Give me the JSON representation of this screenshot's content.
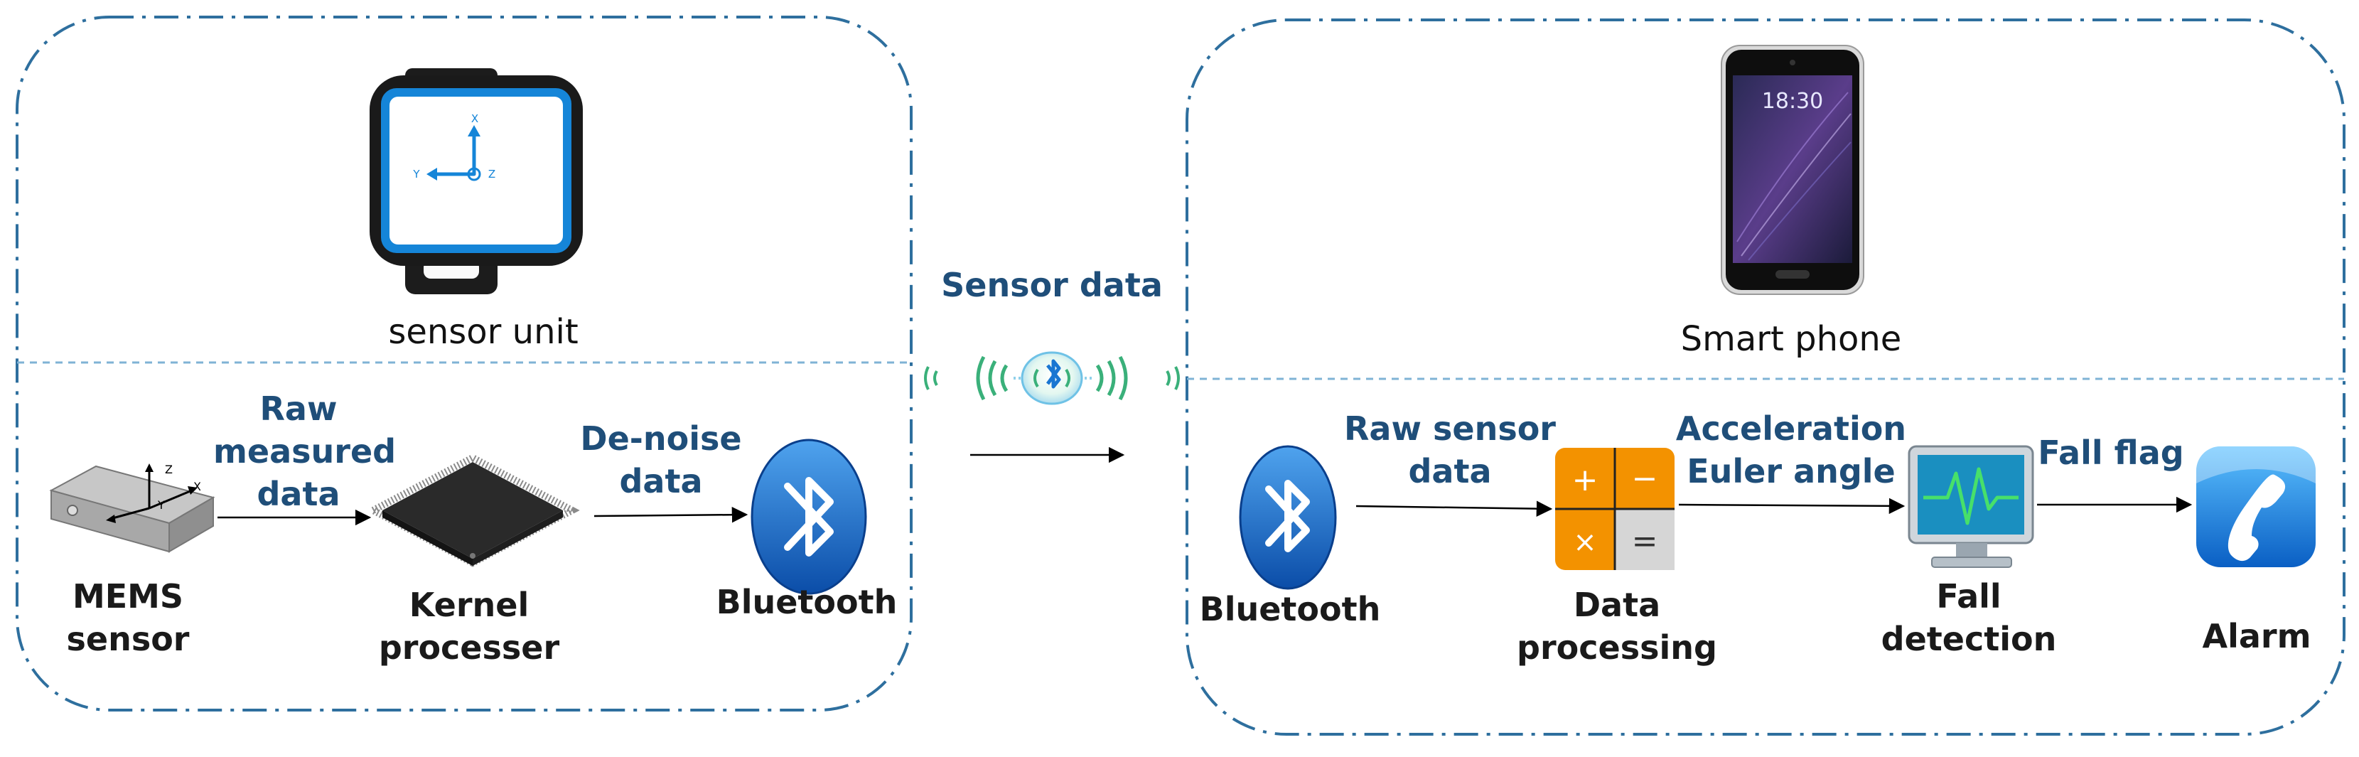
{
  "left_panel": {
    "title": "sensor unit",
    "components": {
      "mems": "MEMS\nsensor",
      "kernel": "Kernel\nprocesser",
      "bluetooth": "Bluetooth"
    },
    "arrows": {
      "raw": "Raw\nmeasured\ndata",
      "denoise": "De-noise\ndata"
    },
    "axes": {
      "x": "X",
      "y": "Y",
      "z": "Z"
    }
  },
  "middle": {
    "label": "Sensor data"
  },
  "right_panel": {
    "title": "Smart phone",
    "phone_time": "18:30",
    "components": {
      "bluetooth": "Bluetooth",
      "processing": "Data\nprocessing",
      "fall_detection": "Fall\ndetection",
      "alarm": "Alarm"
    },
    "arrows": {
      "raw_sensor": "Raw sensor\ndata",
      "accel": "Acceleration\nEuler angle",
      "fall_flag": "Fall flag"
    }
  },
  "colors": {
    "frame": "#2e6f9e",
    "text_blue": "#1f4e79",
    "bluetooth": "#1565c0",
    "calculator": "#f39200",
    "monitor": "#1a8fc0",
    "signal": "#3ab07a"
  }
}
